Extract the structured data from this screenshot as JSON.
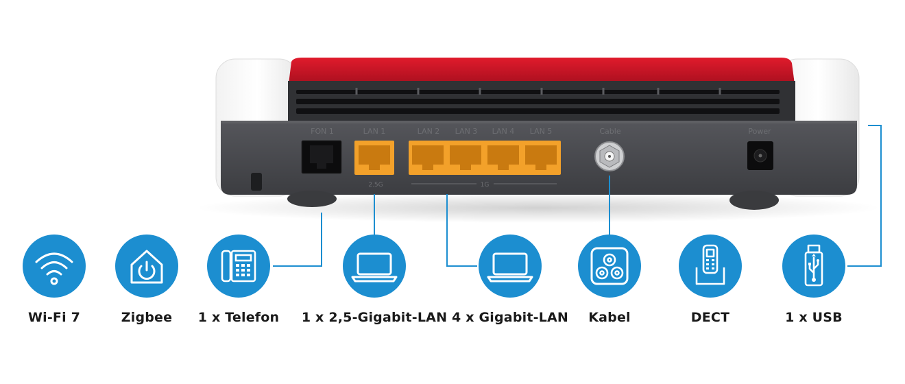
{
  "colors": {
    "accent_blue": "#1c8ed0",
    "router_red": "#c8102e",
    "router_gray": "#4a4b4f",
    "port_orange": "#f3a12a"
  },
  "router": {
    "ports": {
      "fon": "FON 1",
      "lan1": "LAN 1",
      "lan2": "LAN 2",
      "lan3": "LAN 3",
      "lan4": "LAN 4",
      "lan5": "LAN 5",
      "cable": "Cable",
      "power": "Power",
      "speed_25g": "2.5G",
      "speed_1g": "1G"
    }
  },
  "features": [
    {
      "label": "Wi-Fi 7",
      "icon": "wifi-icon"
    },
    {
      "label": "Zigbee",
      "icon": "home-power-icon"
    },
    {
      "label": "1 x Telefon",
      "icon": "desk-phone-icon"
    },
    {
      "label": "1 x 2,5-Gigabit-LAN",
      "icon": "laptop-icon"
    },
    {
      "label": "4 x Gigabit-LAN",
      "icon": "laptop-icon"
    },
    {
      "label": "Kabel",
      "icon": "coax-icon"
    },
    {
      "label": "DECT",
      "icon": "cordless-phone-icon"
    },
    {
      "label": "1 x USB",
      "icon": "usb-icon"
    }
  ]
}
